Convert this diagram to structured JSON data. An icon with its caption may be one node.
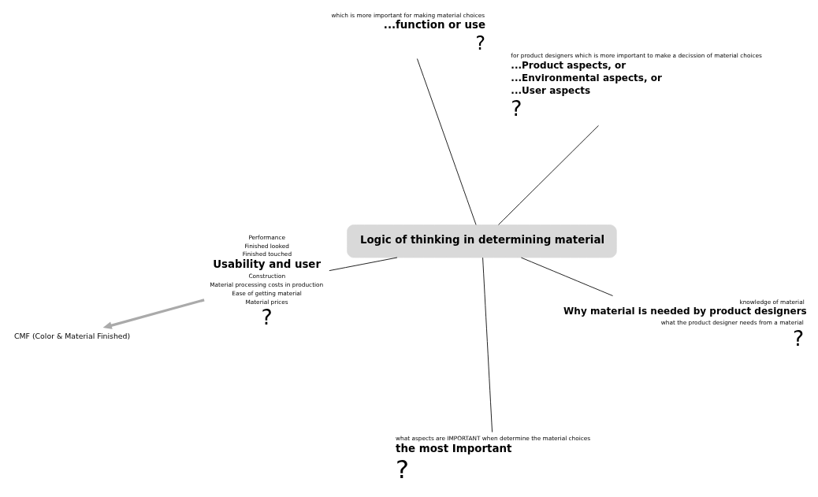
{
  "diagram": {
    "nodes": [
      {
        "text": [
          "Logic of thinking in determining material"
        ]
      },
      {
        "text": [
          "knowledge of material",
          "Why material is needed by product designers",
          "what the product designer needs from a material",
          "?"
        ]
      },
      {
        "text": [
          "what aspects are IMPORTANT when determine the material choices",
          "the most Important",
          "?"
        ]
      },
      {
        "text": [
          "which is more important for making material choices",
          "...function or use",
          "?"
        ]
      },
      {
        "text": [
          "for product designers which is more important to make a decission of material choices",
          "...Product aspects, or",
          "...Environmental aspects, or",
          "...User aspects",
          "?"
        ]
      },
      {
        "text": [
          "Performance",
          "Finished looked",
          "Finished touched",
          "Usability and user",
          "Construction",
          "Material processing costs in production",
          "Ease of getting material",
          "Material prices",
          "?"
        ]
      },
      {
        "text": [
          "CMF (Color & Material Finished)"
        ]
      }
    ],
    "edges": [
      {
        "from": 0,
        "to": 1,
        "arrow": "none"
      },
      {
        "from": 0,
        "to": 2,
        "arrow": "none"
      },
      {
        "from": 0,
        "to": 3,
        "arrow": "none"
      },
      {
        "from": 0,
        "to": 4,
        "arrow": "none"
      },
      {
        "from": 0,
        "to": 5,
        "arrow": "none"
      },
      {
        "from": 5,
        "to": 6,
        "arrow": "to",
        "style": "thick",
        "color": "#aaaaaa"
      }
    ]
  }
}
